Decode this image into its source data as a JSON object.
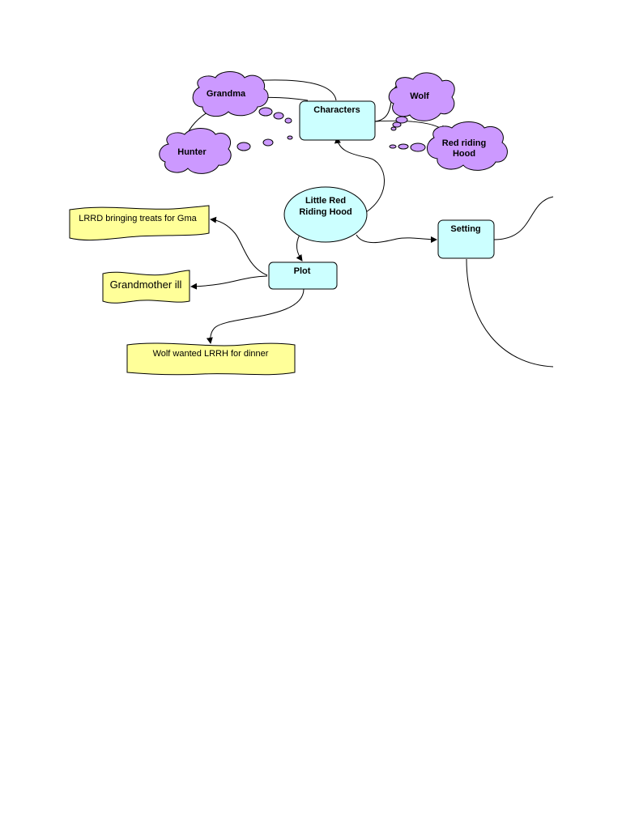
{
  "colors": {
    "box_fill": "#ccffff",
    "cloud_fill": "#cc99ff",
    "note_fill": "#ffff99",
    "stroke": "#000000"
  },
  "nodes": {
    "center": [
      "Little Red",
      "Riding Hood"
    ],
    "characters": "Characters",
    "plot": "Plot",
    "setting": "Setting",
    "grandma": "Grandma",
    "hunter": "Hunter",
    "wolf": "Wolf",
    "red_riding_hood": [
      "Red riding",
      "Hood"
    ]
  },
  "notes": {
    "treats": "LRRD bringing treats for Gma",
    "ill": "Grandmother ill",
    "dinner": "Wolf wanted LRRH for dinner"
  }
}
